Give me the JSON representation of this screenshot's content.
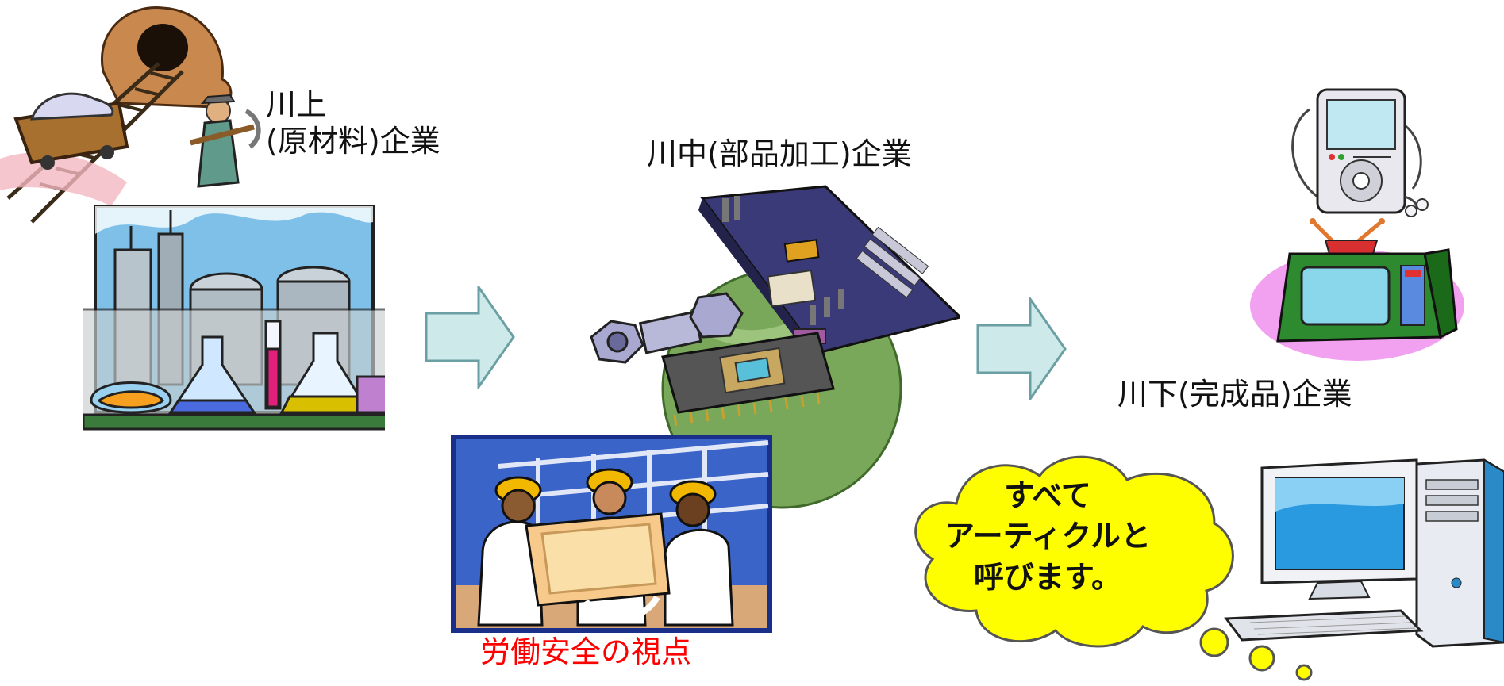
{
  "upstream": {
    "line1": "川上",
    "line2": "(原材料)企業"
  },
  "midstream": {
    "label": "川中(部品加工)企業"
  },
  "downstream": {
    "label": "川下(完成品)企業"
  },
  "safety": {
    "label": "労働安全の視点"
  },
  "bubble": {
    "line1": "すべて",
    "line2": "アーティクルと",
    "line3": "呼びます。"
  },
  "colors": {
    "arrow_fill": "#cde9ea",
    "arrow_stroke": "#6a9fa3",
    "bubble_fill": "#fffe00",
    "safety_text": "#ff0000"
  }
}
